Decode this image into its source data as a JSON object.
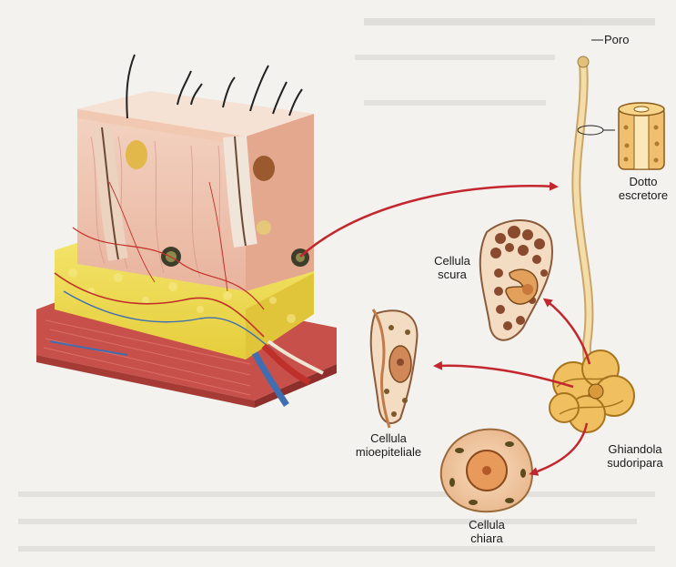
{
  "labels": {
    "poro": "Poro",
    "dotto_l1": "Dotto",
    "dotto_l2": "escretore",
    "scura_l1": "Cellula",
    "scura_l2": "scura",
    "mio_l1": "Cellula",
    "mio_l2": "mioepiteliale",
    "chiara_l1": "Cellula",
    "chiara_l2": "chiara",
    "ghiand_l1": "Ghiandola",
    "ghiand_l2": "sudoripara"
  },
  "colors": {
    "arrow": "#c4262e",
    "skin_pink": "#f0c7b3",
    "fat_yellow": "#eedc4a",
    "muscle_red": "#c8504a",
    "artery": "#c0302a",
    "vein": "#3f6fb0",
    "duct": "#efcf8f",
    "gland": "#f0c060",
    "dark_granule": "#8a4a2e"
  }
}
